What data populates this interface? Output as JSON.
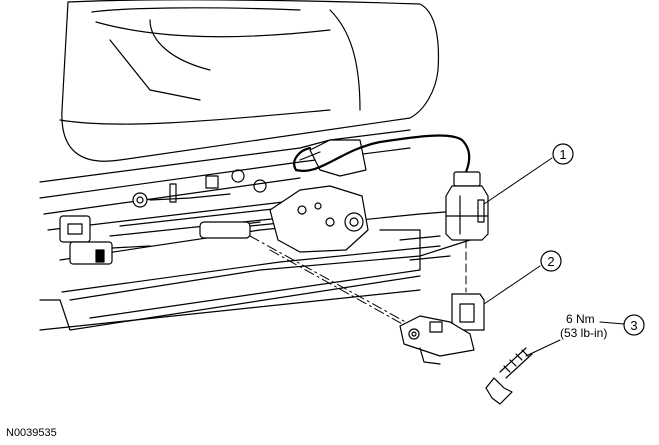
{
  "callouts": [
    {
      "number": "1"
    },
    {
      "number": "2"
    },
    {
      "number": "3"
    }
  ],
  "torque": {
    "metric": "6 Nm",
    "imperial": "(53 lb-in)"
  },
  "figure_id": "N0039535"
}
